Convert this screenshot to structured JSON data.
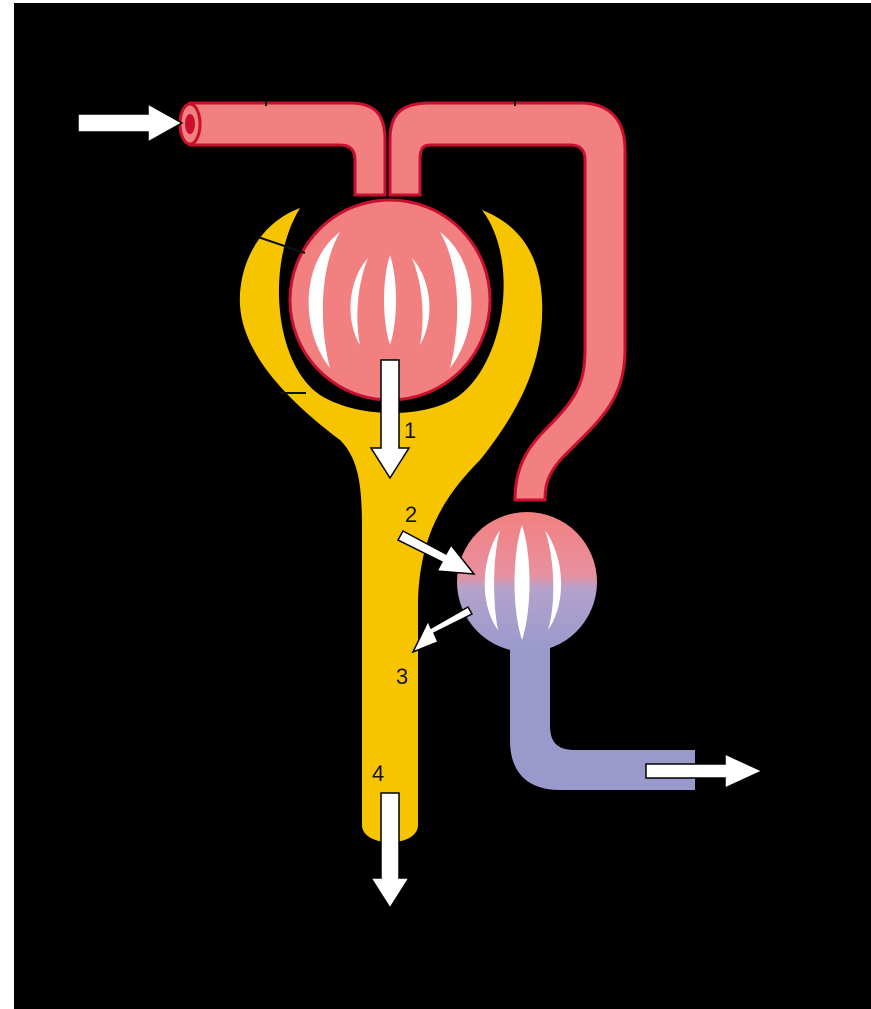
{
  "diagram": {
    "steps": [
      {
        "number": "1"
      },
      {
        "number": "2"
      },
      {
        "number": "3"
      },
      {
        "number": "4"
      }
    ]
  },
  "colors": {
    "background_frame": "#ffffff",
    "background": "#000000",
    "arterial_blood": "#f28080",
    "arterial_outline": "#c8102e",
    "venous_blood": "#9999cc",
    "tubule": "#f7c500",
    "arrow": "#ffffff",
    "capillary_slit": "#ffffff"
  },
  "icons": {
    "flow_in": "arrow-right-icon",
    "flow_out_blood": "arrow-right-icon",
    "flow_out_urine": "arrow-down-icon"
  }
}
